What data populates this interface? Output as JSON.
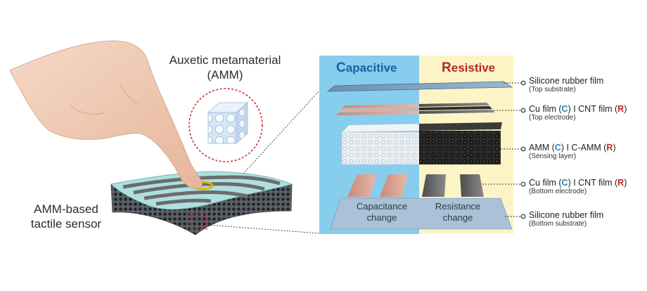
{
  "amm_title": {
    "line1": "Auxetic metamaterial",
    "line2": "(AMM)"
  },
  "sensor_label": {
    "line1": "AMM-based",
    "line2": "tactile sensor"
  },
  "panels": {
    "capacitive": {
      "first": "C",
      "rest": "apacitive",
      "bg": "#87cdee"
    },
    "resistive": {
      "first": "R",
      "rest": "esistive",
      "bg": "#fdf4c6"
    }
  },
  "layers": [
    {
      "main": "Silicone rubber film",
      "sub": "(Top substrate)"
    },
    {
      "pre": "Cu film (",
      "c": "C",
      "mid": ")  I  CNT film (",
      "r": "R",
      "post": ")",
      "sub": "(Top electrode)"
    },
    {
      "pre": "AMM (",
      "c": "C",
      "mid": ")  I  C-AMM (",
      "r": "R",
      "post": ")",
      "sub": "(Sensing layer)"
    },
    {
      "pre": "Cu film (",
      "c": "C",
      "mid": ")  I  CNT film (",
      "r": "R",
      "post": ")",
      "sub": "(Bottom electrode)"
    },
    {
      "main": "Silicone rubber film",
      "sub": "(Bottom substrate)"
    }
  ],
  "changes": {
    "capacitance": {
      "line1": "Capacitance",
      "line2": "change"
    },
    "resistance": {
      "line1": "Resistance",
      "line2": "change"
    }
  },
  "colors": {
    "blue_label": "#1e86c8",
    "red_label": "#c0262c",
    "dashed_circle": "#d33030"
  }
}
